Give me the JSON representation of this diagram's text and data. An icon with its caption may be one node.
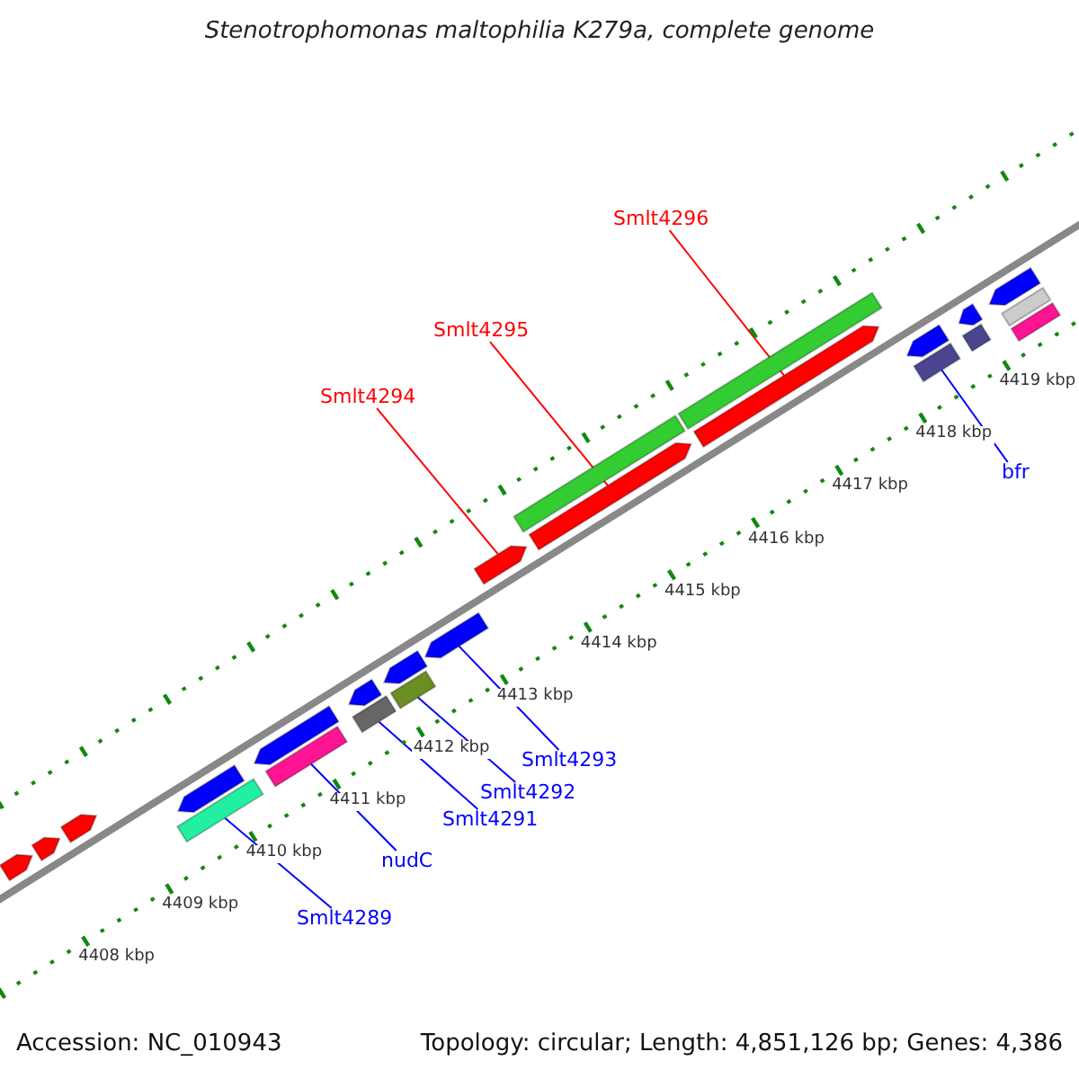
{
  "diagram": {
    "title": "Stenotrophomonas maltophilia K279a, complete genome",
    "nodes": [
      {
        "text": [
          "Smlt4294"
        ]
      },
      {
        "text": [
          "Smlt4295"
        ]
      },
      {
        "text": [
          "Smlt4296"
        ]
      },
      {
        "text": [
          "Smlt4289"
        ]
      },
      {
        "text": [
          "nudC"
        ]
      },
      {
        "text": [
          "Smlt4291"
        ]
      },
      {
        "text": [
          "Smlt4292"
        ]
      },
      {
        "text": [
          "Smlt4293"
        ]
      },
      {
        "text": [
          "bfr"
        ]
      },
      {
        "text": [],
        "shape": "bar"
      },
      {
        "text": [],
        "shape": "bar"
      },
      {
        "text": [],
        "shape": "bar"
      },
      {
        "text": [],
        "shape": "bar"
      },
      {
        "text": [],
        "shape": "bar"
      },
      {
        "text": [],
        "shape": "bar"
      },
      {
        "text": [],
        "shape": "bar"
      },
      {
        "text": [],
        "shape": "bar"
      },
      {
        "text": [],
        "shape": "bar"
      }
    ],
    "edges": [
      {
        "from": 0,
        "to": 14,
        "arrow": "none",
        "color": "#ff0000"
      },
      {
        "from": 1,
        "to": 15,
        "arrow": "none",
        "color": "#ff0000"
      },
      {
        "from": 2,
        "to": 16,
        "arrow": "none",
        "color": "#ff0000"
      },
      {
        "from": 3,
        "to": 9,
        "arrow": "none"
      },
      {
        "from": 4,
        "to": 10,
        "arrow": "none"
      },
      {
        "from": 5,
        "to": 11,
        "arrow": "none"
      },
      {
        "from": 6,
        "to": 12,
        "arrow": "none"
      },
      {
        "from": 7,
        "to": 13,
        "arrow": "none"
      },
      {
        "from": 8,
        "to": 17,
        "arrow": "none"
      }
    ],
    "labels": [
      "4408 kbp",
      "4409 kbp",
      "4410 kbp",
      "4411 kbp",
      "4412 kbp",
      "4413 kbp",
      "4414 kbp",
      "4415 kbp",
      "4416 kbp",
      "4417 kbp",
      "4418 kbp",
      "4419 kbp",
      "Accession: NC_010943",
      "Topology: circular; Length: 4,851,126 bp; Genes: 4,386"
    ]
  }
}
